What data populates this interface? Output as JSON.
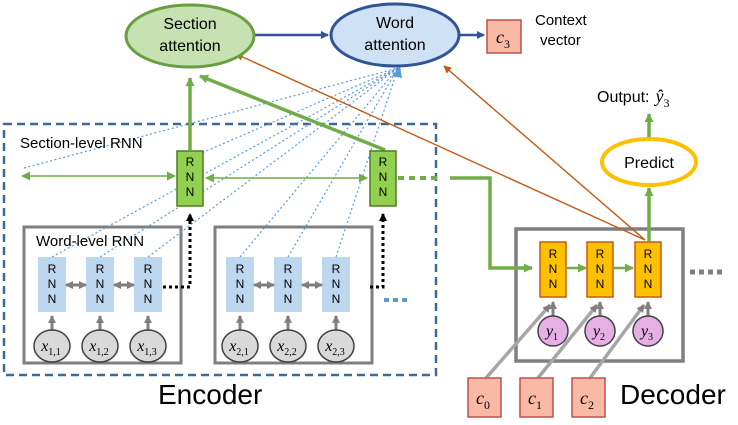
{
  "labels": {
    "section_attention": [
      "Section",
      "attention"
    ],
    "word_attention": [
      "Word",
      "attention"
    ],
    "context_vector": [
      "Context",
      "vector"
    ],
    "section_level_rnn": "Section-level RNN",
    "word_level_rnn": "Word-level RNN",
    "output_prefix": "Output:",
    "output_var": "ŷ",
    "output_sub": "3",
    "predict": "Predict",
    "encoder": "Encoder",
    "decoder": "Decoder",
    "rnn_letters": [
      "R",
      "N",
      "N"
    ],
    "continuation_dots": "···"
  },
  "context_cells": [
    {
      "var": "c",
      "sub": "3"
    },
    {
      "var": "c",
      "sub": "0"
    },
    {
      "var": "c",
      "sub": "1"
    },
    {
      "var": "c",
      "sub": "2"
    }
  ],
  "encoder_inputs": [
    {
      "var": "x",
      "sub": "1,1"
    },
    {
      "var": "x",
      "sub": "1,2"
    },
    {
      "var": "x",
      "sub": "1,3"
    },
    {
      "var": "x",
      "sub": "2,1"
    },
    {
      "var": "x",
      "sub": "2,2"
    },
    {
      "var": "x",
      "sub": "2,3"
    }
  ],
  "decoder_inputs": [
    {
      "var": "y",
      "sub": "1"
    },
    {
      "var": "y",
      "sub": "2"
    },
    {
      "var": "y",
      "sub": "3"
    }
  ],
  "colors": {
    "green_fill": "#c6e2b2",
    "green_stroke": "#6a9e3e",
    "green_arrow": "#70ad47",
    "blue_fill": "#cfe1f4",
    "blue_stroke": "#2f5597",
    "blue_arrow": "#2f5597",
    "blue_dotted": "#5b9bd5",
    "word_rnn_fill": "#bdd7ee",
    "section_rnn_fill": "#92d050",
    "decoder_rnn_fill": "#ffc000",
    "decoder_rnn_stroke": "#c55a11",
    "context_fill": "#f8b9a5",
    "context_stroke": "#c0504d",
    "brown_arrow": "#c55a11",
    "predict_stroke": "#ffc000",
    "input_circle_fill": "#d9d9d9",
    "y_circle_fill": "#e6b0e6",
    "dashed_box": "#3e6a9a",
    "gray_box": "#7f7f7f"
  }
}
